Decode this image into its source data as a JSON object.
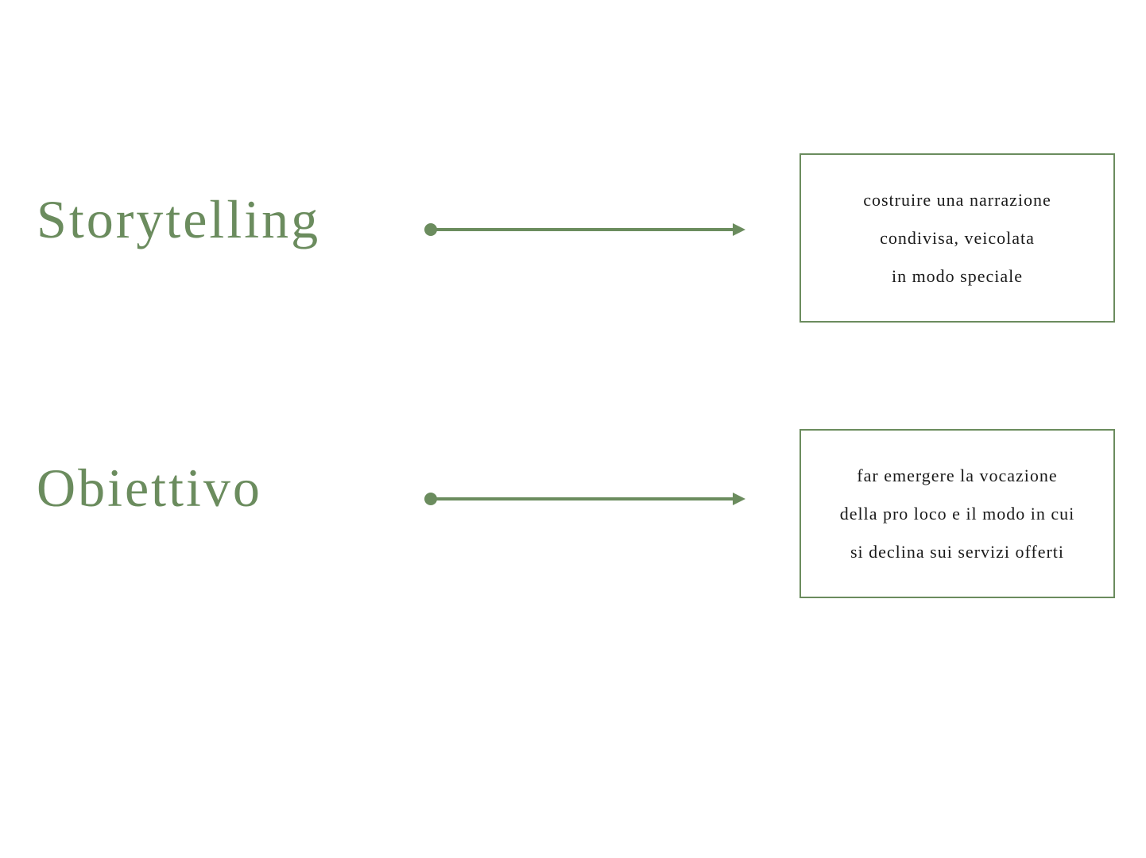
{
  "colors": {
    "accent": "#6b8c5e",
    "text": "#1a1a1a"
  },
  "rows": [
    {
      "heading": "Storytelling",
      "lines": [
        "costruire una narrazione",
        "condivisa, veicolata",
        "in modo speciale"
      ]
    },
    {
      "heading": "Obiettivo",
      "lines": [
        "far emergere la vocazione",
        "della pro loco e il modo in cui",
        "si declina sui servizi offerti"
      ]
    }
  ]
}
